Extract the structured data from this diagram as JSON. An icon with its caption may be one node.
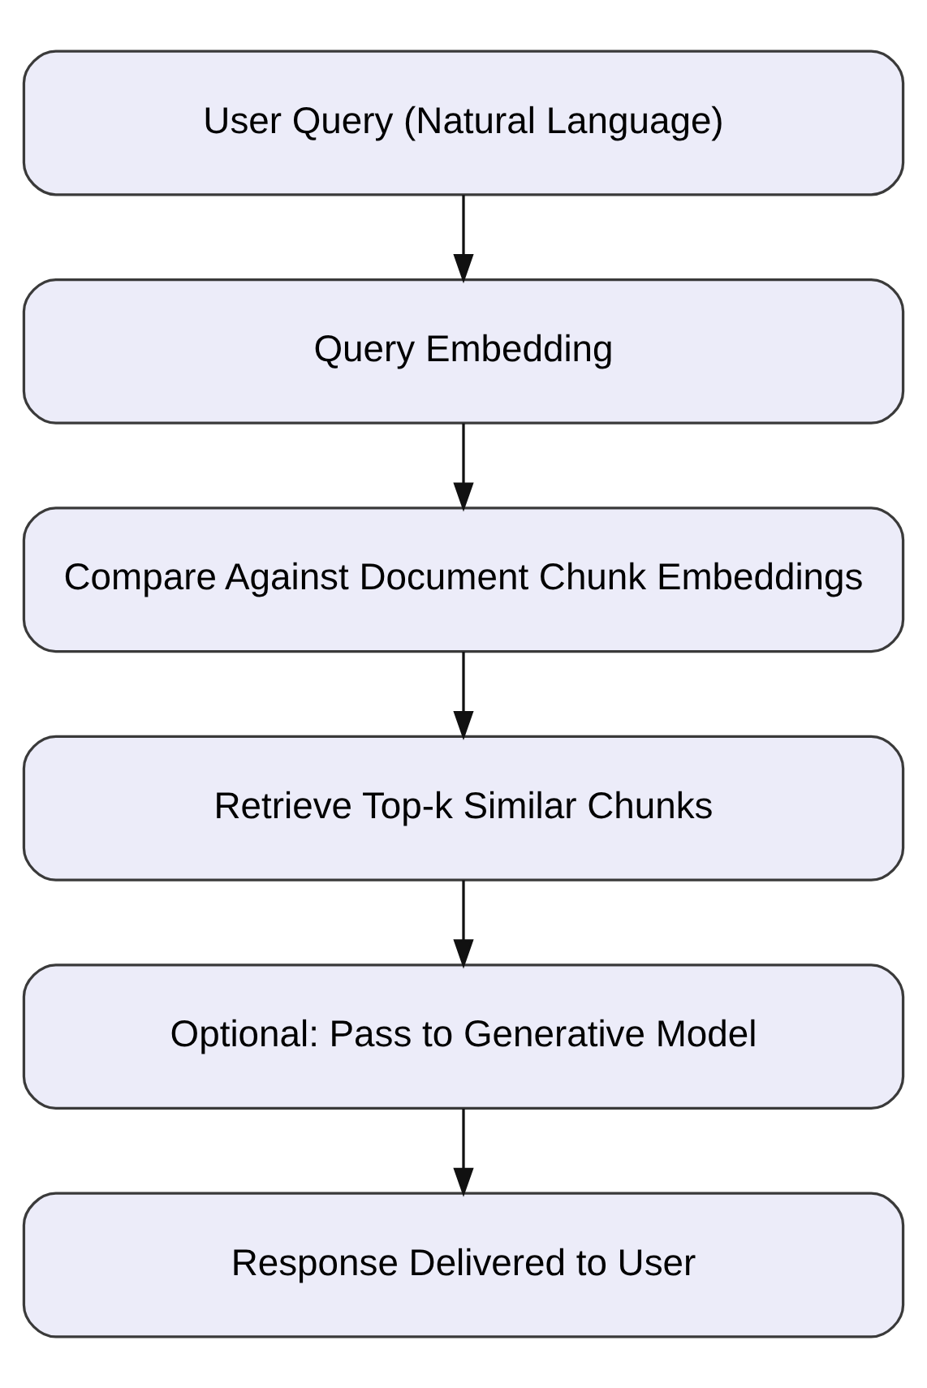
{
  "diagram": {
    "nodes": [
      {
        "text": [
          "User Query (Natural Language)"
        ]
      },
      {
        "text": [
          "Query Embedding"
        ]
      },
      {
        "text": [
          "Compare Against Document Chunk Embeddings"
        ]
      },
      {
        "text": [
          "Retrieve Top-k Similar Chunks"
        ]
      },
      {
        "text": [
          "Optional: Pass to Generative Model"
        ]
      },
      {
        "text": [
          "Response Delivered to User"
        ]
      }
    ],
    "edges": [
      {
        "from": 0,
        "to": 1,
        "arrow": "to"
      },
      {
        "from": 1,
        "to": 2,
        "arrow": "to"
      },
      {
        "from": 2,
        "to": 3,
        "arrow": "to"
      },
      {
        "from": 3,
        "to": 4,
        "arrow": "to"
      },
      {
        "from": 4,
        "to": 5,
        "arrow": "to"
      }
    ]
  }
}
